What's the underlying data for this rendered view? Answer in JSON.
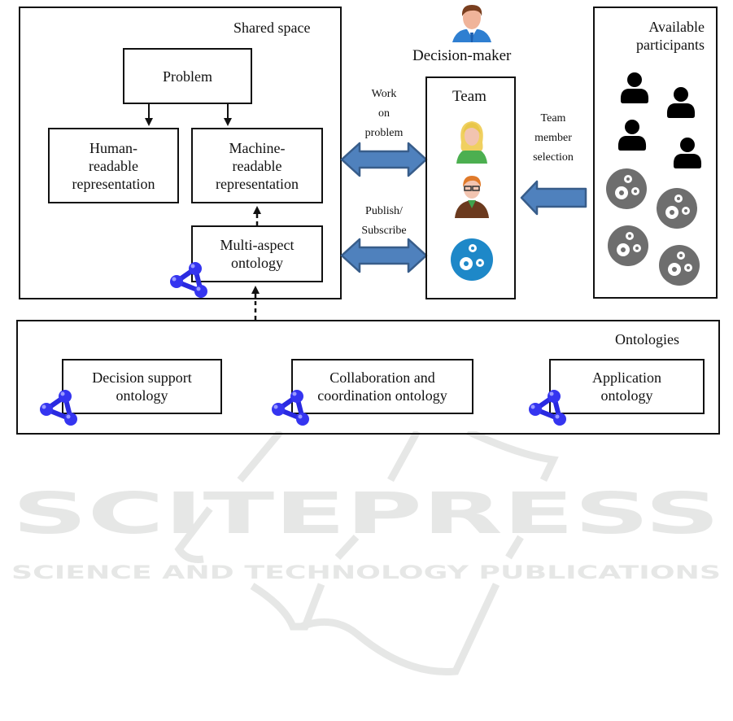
{
  "shared_space": {
    "title": "Shared space",
    "problem": "Problem",
    "human_readable": [
      "Human-",
      "readable",
      "representation"
    ],
    "machine_readable": [
      "Machine-",
      "readable",
      "representation"
    ],
    "multi_aspect": [
      "Multi-aspect",
      "ontology"
    ]
  },
  "decision_maker": {
    "label": "Decision-maker",
    "icon": "businessman-avatar-icon"
  },
  "team": {
    "title": "Team",
    "members": [
      {
        "icon": "female-user-icon"
      },
      {
        "icon": "male-user-glasses-icon"
      },
      {
        "icon": "gears-service-icon"
      }
    ]
  },
  "arrows": {
    "work_on_problem": [
      "Work",
      "on",
      "problem"
    ],
    "publish_subscribe": [
      "Publish/",
      "Subscribe"
    ],
    "team_member_selection": [
      "Team",
      "member",
      "selection"
    ]
  },
  "available": {
    "title": [
      "Available",
      "participants"
    ],
    "people_count": 4,
    "services_count": 4
  },
  "ontologies": {
    "title": "Ontologies",
    "items": [
      [
        "Decision support",
        "ontology"
      ],
      [
        "Collaboration and",
        "coordination ontology"
      ],
      [
        "Application",
        "ontology"
      ]
    ]
  },
  "watermark": {
    "main": "SCITEPRESS",
    "sub": "SCIENCE AND TECHNOLOGY PUBLICATIONS"
  },
  "colors": {
    "arrow_fill": "#4f81bd",
    "arrow_stroke": "#385d8a",
    "ontology_node": "#2a2ae0",
    "service_grey": "#6e6e6e",
    "service_blue": "#1e88c8",
    "watermark": "#e6e7e6"
  }
}
